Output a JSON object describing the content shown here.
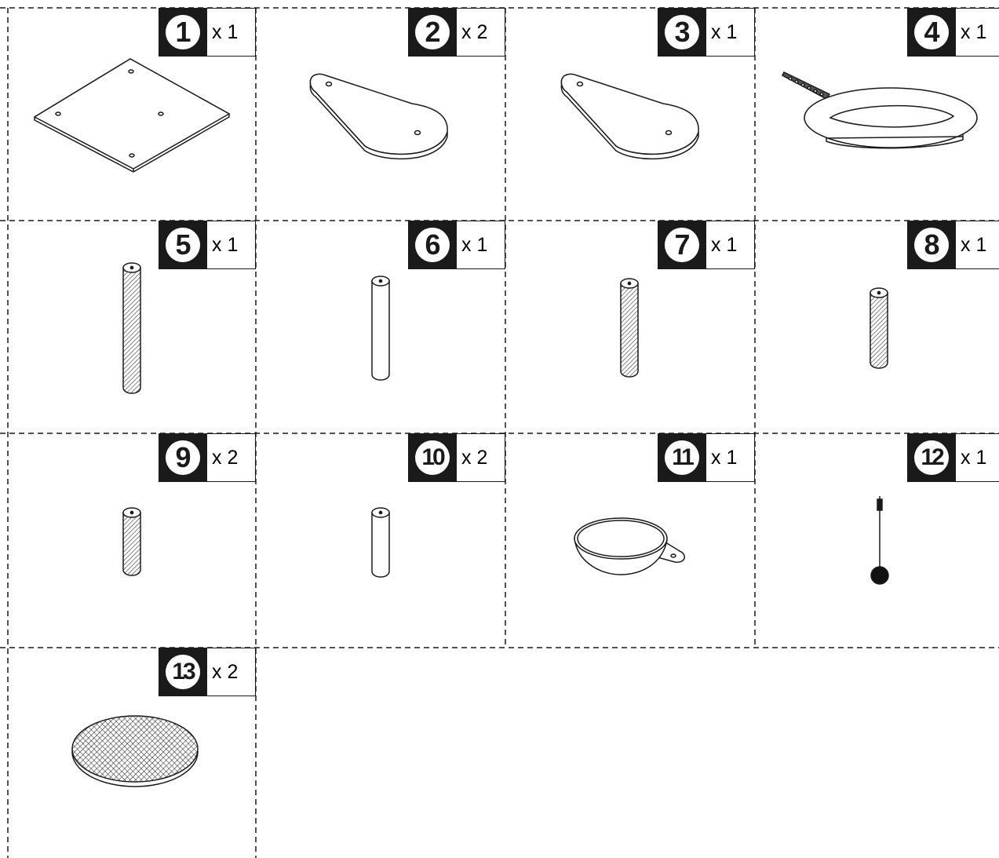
{
  "parts": [
    {
      "number": "1",
      "quantity": "x 1",
      "icon": "square-base-plate-icon"
    },
    {
      "number": "2",
      "quantity": "x 2",
      "icon": "teardrop-plate-icon"
    },
    {
      "number": "3",
      "quantity": "x 1",
      "icon": "teardrop-plate-icon"
    },
    {
      "number": "4",
      "quantity": "x 1",
      "icon": "oval-ring-frame-with-strap-icon"
    },
    {
      "number": "5",
      "quantity": "x 1",
      "icon": "long-textured-post-icon"
    },
    {
      "number": "6",
      "quantity": "x 1",
      "icon": "smooth-post-icon"
    },
    {
      "number": "7",
      "quantity": "x 1",
      "icon": "medium-textured-post-icon"
    },
    {
      "number": "8",
      "quantity": "x 1",
      "icon": "short-textured-post-icon"
    },
    {
      "number": "9",
      "quantity": "x 2",
      "icon": "short-textured-post-icon"
    },
    {
      "number": "10",
      "quantity": "x 2",
      "icon": "short-smooth-post-icon"
    },
    {
      "number": "11",
      "quantity": "x 1",
      "icon": "bowl-with-tab-icon"
    },
    {
      "number": "12",
      "quantity": "x 1",
      "icon": "hanging-ball-toy-icon"
    },
    {
      "number": "13",
      "quantity": "x 2",
      "icon": "round-mesh-pad-icon"
    }
  ]
}
